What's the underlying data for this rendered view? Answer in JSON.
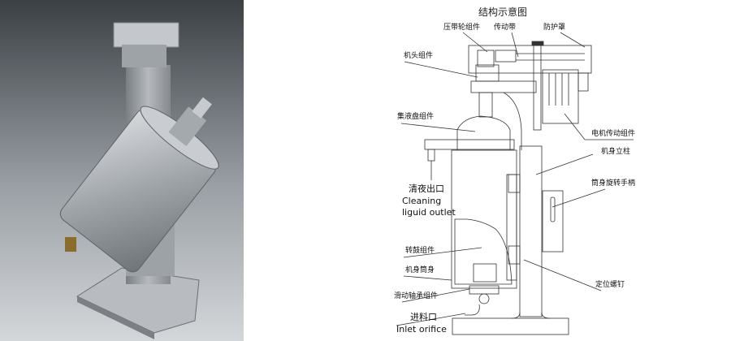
{
  "diagram": {
    "title": "结构示意图",
    "labels": {
      "belt_pulley": "压带轮组件",
      "drive_belt": "传动带",
      "guard": "防护罩",
      "head": "机头组件",
      "collector": "集液盘组件",
      "motor": "电机传动组件",
      "column": "机身立柱",
      "outlet_cn": "清夜出口",
      "outlet_en_1": "Cleaning",
      "outlet_en_2": "liguid outlet",
      "handle": "筒身旋转手柄",
      "drum": "转鼓组件",
      "body": "机身筒身",
      "screw": "定位螺钉",
      "bearing": "滑动轴承组件",
      "inlet_cn": "进料口",
      "inlet_en": "Inlet orifice"
    }
  },
  "colors": {
    "line": "#333333",
    "photo_bg_top": "#3b4045",
    "photo_bg_bottom": "#d4d7da",
    "steel": "#a9aeb3"
  }
}
